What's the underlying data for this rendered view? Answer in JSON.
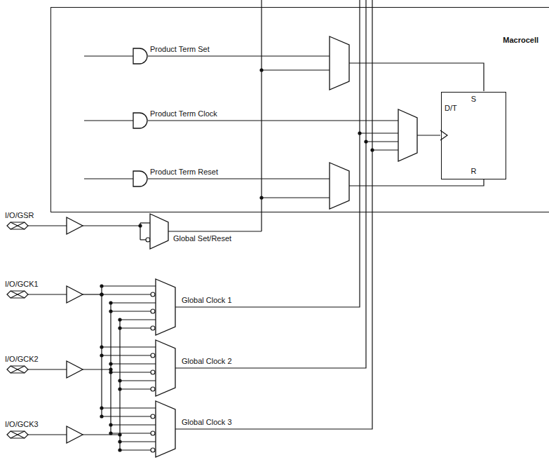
{
  "diagram": {
    "nodes": [
      {
        "text": [
          "Macrocell"
        ]
      },
      {
        "text": [
          "S",
          "D/T",
          "R"
        ],
        "in": 0
      }
    ],
    "labels": [
      "Product Term Set",
      "Product Term Clock",
      "Product Term Reset",
      "I/O/GSR",
      "Global Set/Reset",
      "I/O/GCK1",
      "Global Clock 1",
      "I/O/GCK2",
      "Global Clock 2",
      "I/O/GCK3",
      "Global Clock 3"
    ]
  }
}
